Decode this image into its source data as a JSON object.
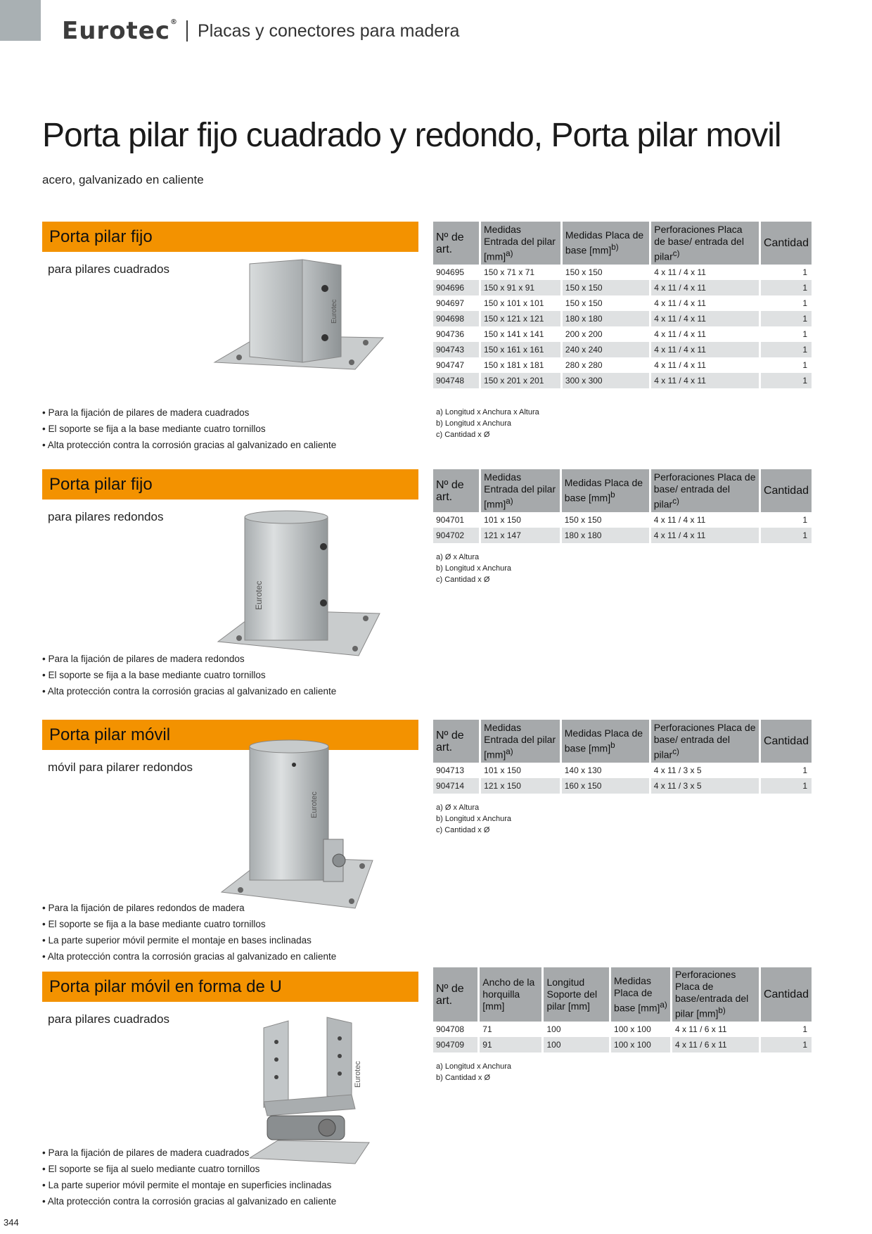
{
  "header": {
    "logo": "Eurotec",
    "logo_mark": "®",
    "subtitle": "Placas y conectores para madera"
  },
  "page": {
    "title": "Porta pilar fijo cuadrado y redondo, Porta pilar movil",
    "subtitle": "acero, galvanizado en caliente",
    "number": "344"
  },
  "photo_brand": "Eurotec",
  "sections": [
    {
      "title": "Porta pilar fijo",
      "subtitle": "para pilares cuadrados",
      "bullets": [
        "Para la fijación de pilares de madera cuadrados",
        "El soporte se fija a la base mediante cuatro tornillos",
        "Alta protección contra la corrosión gracias al galvanizado en caliente"
      ],
      "headers": [
        {
          "text": "Nº de art.",
          "sup": ""
        },
        {
          "text": "Medidas Entrada del pilar [mm]",
          "sup": "a)"
        },
        {
          "text": "Medidas Placa de base [mm]",
          "sup": "b)"
        },
        {
          "text": "Perforaciones Placa de base/ entrada del pilar",
          "sup": "c)"
        },
        {
          "text": "Cantidad",
          "sup": ""
        }
      ],
      "rows": [
        [
          "904695",
          "150 x 71 x 71",
          "150 x 150",
          "4 x 11 / 4 x 11",
          "1"
        ],
        [
          "904696",
          "150 x 91 x 91",
          "150 x 150",
          "4 x 11 / 4 x 11",
          "1"
        ],
        [
          "904697",
          "150 x 101 x 101",
          "150 x 150",
          "4 x 11 / 4 x 11",
          "1"
        ],
        [
          "904698",
          "150 x 121 x 121",
          "180 x 180",
          "4 x 11 / 4 x 11",
          "1"
        ],
        [
          "904736",
          "150 x 141 x 141",
          "200 x 200",
          "4 x 11 / 4 x 11",
          "1"
        ],
        [
          "904743",
          "150 x 161 x 161",
          "240 x 240",
          "4 x 11 / 4 x 11",
          "1"
        ],
        [
          "904747",
          "150 x 181 x 181",
          "280 x 280",
          "4 x 11 / 4 x 11",
          "1"
        ],
        [
          "904748",
          "150 x 201 x 201",
          "300 x 300",
          "4 x 11 / 4 x 11",
          "1"
        ]
      ],
      "notes": [
        "a) Longitud x Anchura x Altura",
        "b) Longitud x Anchura",
        "c) Cantidad x Ø"
      ]
    },
    {
      "title": "Porta pilar fijo",
      "subtitle": "para pilares redondos",
      "bullets": [
        "Para la fijación de pilares de madera redondos",
        "El soporte se fija a la base mediante cuatro tornillos",
        "Alta protección contra la corrosión gracias al galvanizado en caliente"
      ],
      "headers": [
        {
          "text": "Nº de art.",
          "sup": ""
        },
        {
          "text": "Medidas Entrada del pilar [mm]",
          "sup": "a)"
        },
        {
          "text": "Medidas Placa de base [mm]",
          "sup": "b"
        },
        {
          "text": "Perforaciones Placa de base/ entrada del pilar",
          "sup": "c)"
        },
        {
          "text": "Cantidad",
          "sup": ""
        }
      ],
      "rows": [
        [
          "904701",
          "101 x 150",
          "150 x 150",
          "4 x 11 / 4 x 11",
          "1"
        ],
        [
          "904702",
          "121 x 147",
          "180 x 180",
          "4 x 11 / 4 x 11",
          "1"
        ]
      ],
      "notes": [
        "a) Ø x Altura",
        "b) Longitud x Anchura",
        "c) Cantidad x Ø"
      ]
    },
    {
      "title": "Porta pilar móvil",
      "subtitle": "móvil para pilarer redondos",
      "bullets": [
        "Para la fijación de pilares redondos de madera",
        "El soporte se fija a la base mediante cuatro tornillos",
        "La parte superior móvil permite el montaje en bases inclinadas",
        "Alta protección contra la corrosión gracias al galvanizado en caliente"
      ],
      "headers": [
        {
          "text": "Nº de art.",
          "sup": ""
        },
        {
          "text": "Medidas Entrada del pilar [mm]",
          "sup": "a)"
        },
        {
          "text": "Medidas Placa de base [mm]",
          "sup": "b"
        },
        {
          "text": "Perforaciones Placa de base/ entrada del pilar",
          "sup": "c)"
        },
        {
          "text": "Cantidad",
          "sup": ""
        }
      ],
      "rows": [
        [
          "904713",
          "101 x 150",
          "140 x 130",
          "4 x 11 / 3 x 5",
          "1"
        ],
        [
          "904714",
          "121 x 150",
          "160 x 150",
          "4 x 11 / 3 x 5",
          "1"
        ]
      ],
      "notes": [
        "a) Ø x Altura",
        "b) Longitud x Anchura",
        "c) Cantidad x Ø"
      ]
    },
    {
      "title": "Porta pilar móvil en forma de U",
      "subtitle": "para pilares cuadrados",
      "bullets": [
        "Para la fijación de pilares de madera cuadrados",
        "El soporte se fija al suelo mediante cuatro tornillos",
        "La parte superior móvil permite el montaje en superficies inclinadas",
        "Alta protección contra la corrosión gracias al galvanizado en caliente"
      ],
      "headers": [
        {
          "text": "Nº de art.",
          "sup": ""
        },
        {
          "text": "Ancho de la horquilla [mm]",
          "sup": ""
        },
        {
          "text": "Longitud Soporte del pilar [mm]",
          "sup": ""
        },
        {
          "text": "Medidas Placa de base [mm]",
          "sup": "a)"
        },
        {
          "text": "Perforaciones Placa de base/entrada del pilar [mm]",
          "sup": "b)"
        },
        {
          "text": "Cantidad",
          "sup": ""
        }
      ],
      "rows": [
        [
          "904708",
          "71",
          "100",
          "100 x 100",
          "4 x 11  / 6 x 11",
          "1"
        ],
        [
          "904709",
          "91",
          "100",
          "100 x 100",
          "4 x 11  / 6 x 11",
          "1"
        ]
      ],
      "notes": [
        "a) Longitud x Anchura",
        "b) Cantidad x Ø"
      ]
    }
  ]
}
